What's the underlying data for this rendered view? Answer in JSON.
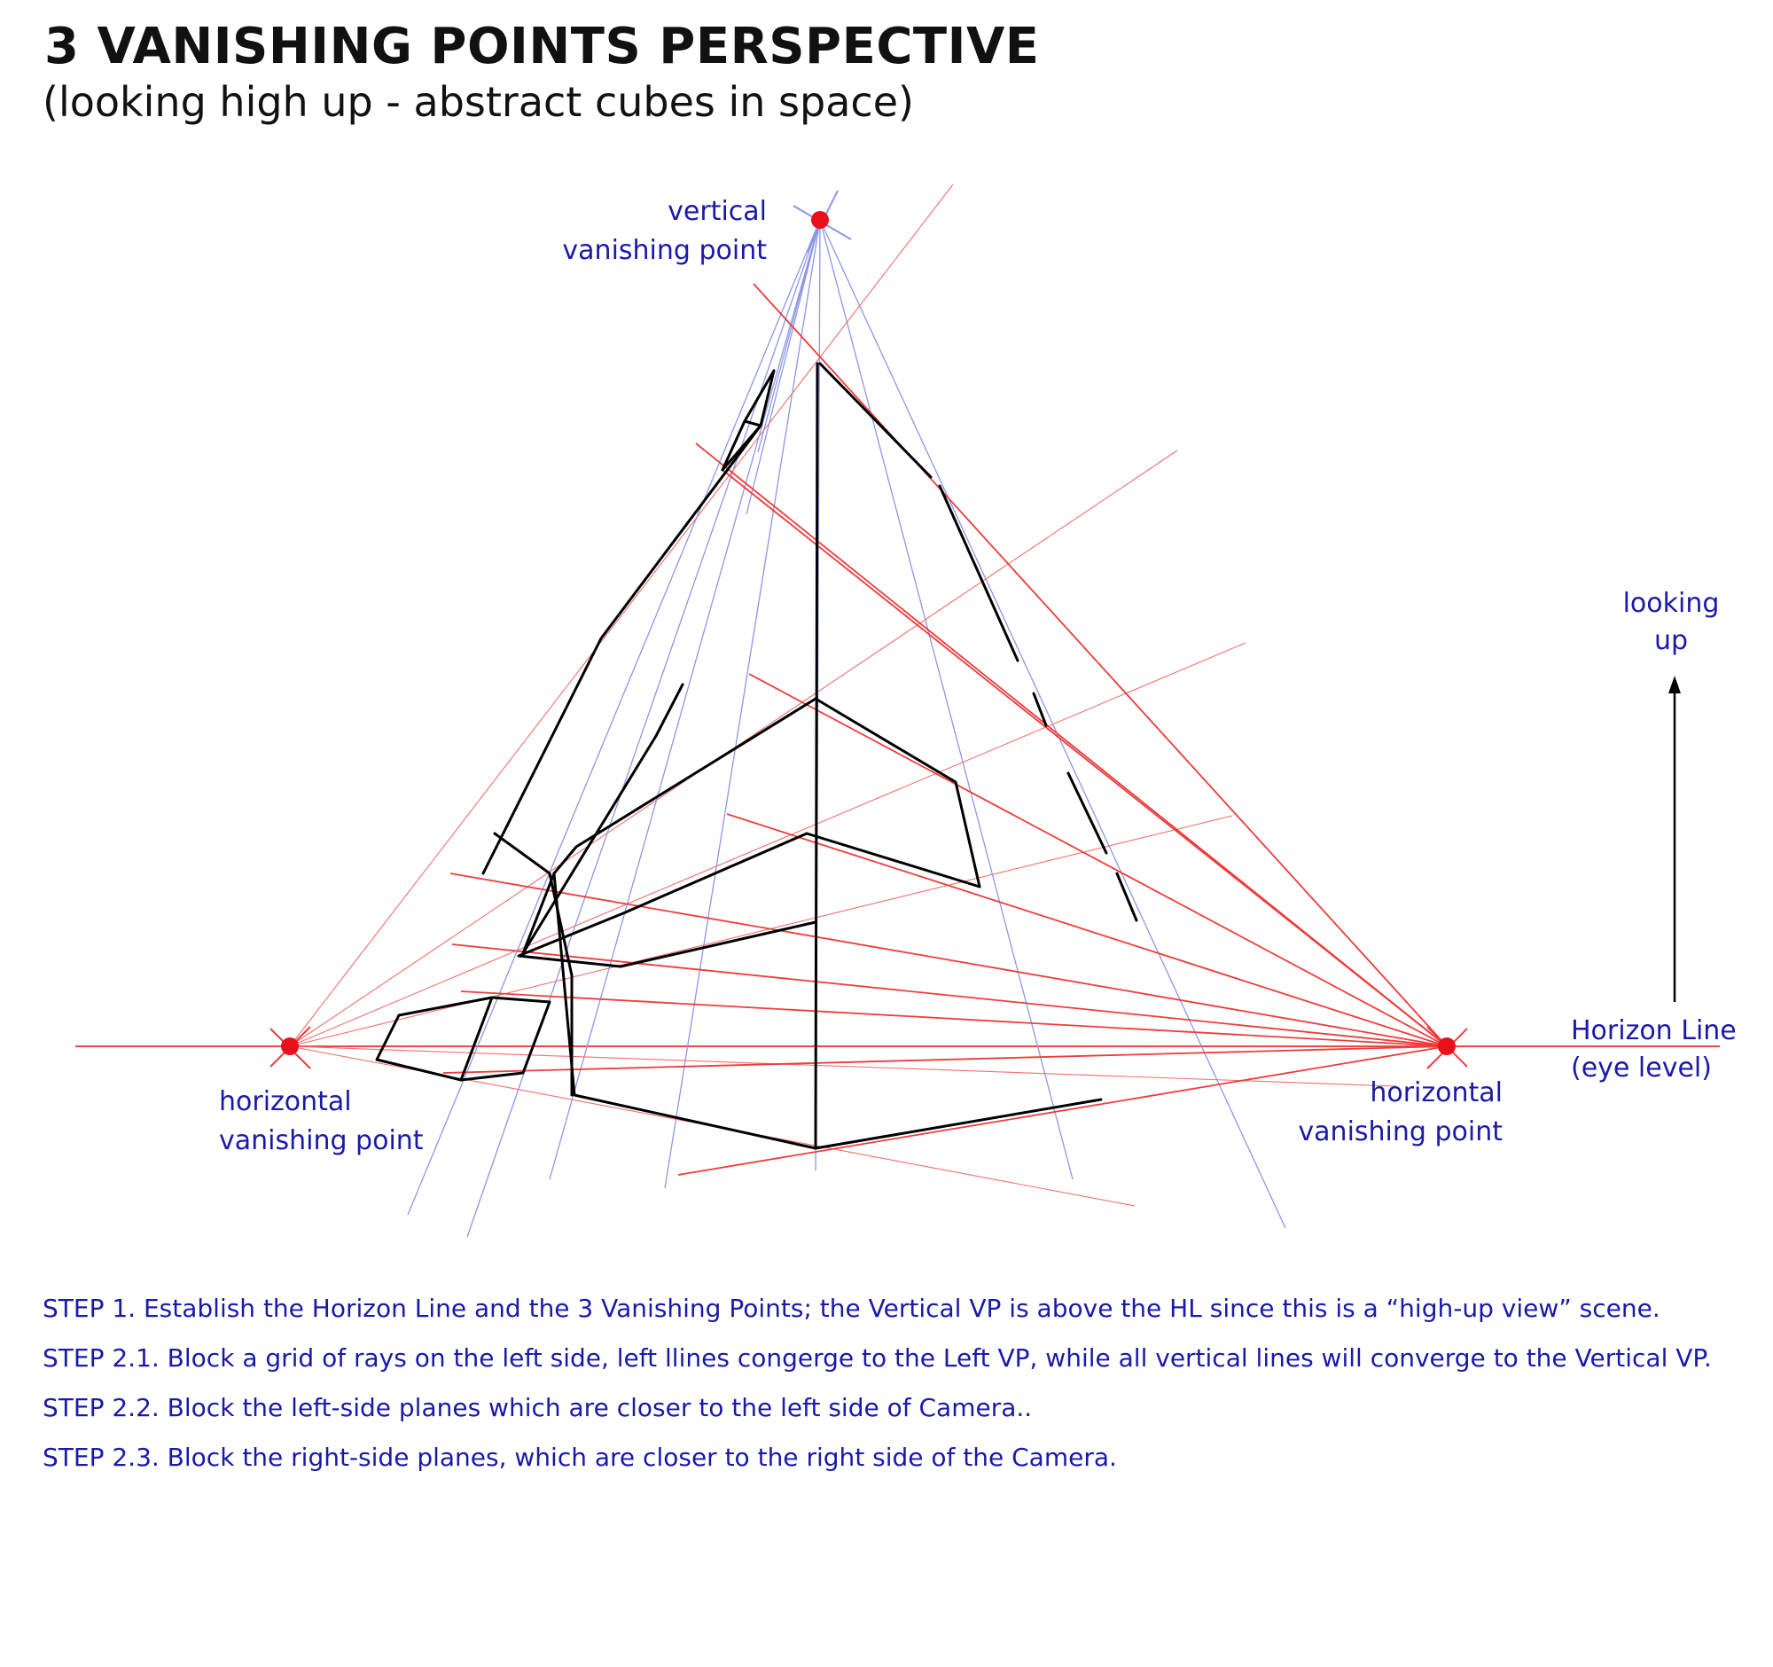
{
  "title": "3 VANISHING POINTS PERSPECTIVE",
  "subtitle": "(looking high up - abstract cubes in space)",
  "labels": {
    "vertical_vp_line1": "vertical",
    "vertical_vp_line2": "vanishing point",
    "left_vp_line1": "horizontal",
    "left_vp_line2": "vanishing point",
    "right_vp_line1": "horizontal",
    "right_vp_line2": "vanishing point",
    "horizon_line1": "Horizon Line",
    "horizon_line2": "(eye level)",
    "looking_up_line1": "looking",
    "looking_up_line2": "up"
  },
  "steps": [
    "STEP 1. Establish the Horizon Line and the 3 Vanishing Points; the Vertical VP is above the HL since this is a “high-up view” scene.",
    "STEP 2.1. Block a grid of rays on the left side, left llines congerge to the Left VP,  while all vertical lines will converge to the Vertical VP.",
    "STEP 2.2. Block the left-side planes which are closer to the left side of Camera..",
    "STEP 2.3. Block the right-side planes, which are closer to the right side of the Camera."
  ],
  "colors": {
    "vanishing_point": "#e8101a",
    "ray_red": "#f04848",
    "ray_blue": "#8d96e6",
    "outline": "#000000",
    "label_blue": "#1a1aa8"
  }
}
